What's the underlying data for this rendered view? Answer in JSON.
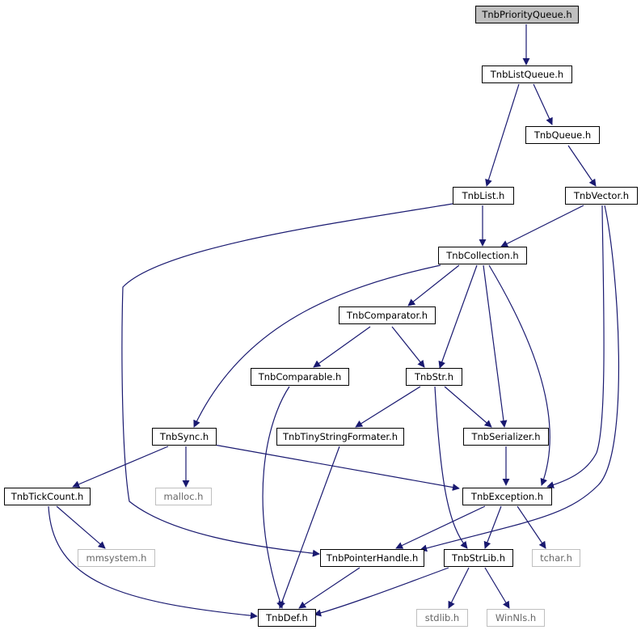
{
  "nodes": {
    "priority_queue": "TnbPriorityQueue.h",
    "list_queue": "TnbListQueue.h",
    "queue": "TnbQueue.h",
    "list": "TnbList.h",
    "vector": "TnbVector.h",
    "collection": "TnbCollection.h",
    "comparator": "TnbComparator.h",
    "comparable": "TnbComparable.h",
    "str": "TnbStr.h",
    "sync": "TnbSync.h",
    "tiny_string_formater": "TnbTinyStringFormater.h",
    "serializer": "TnbSerializer.h",
    "tick_count": "TnbTickCount.h",
    "malloc": "malloc.h",
    "exception": "TnbException.h",
    "mmsystem": "mmsystem.h",
    "pointer_handle": "TnbPointerHandle.h",
    "str_lib": "TnbStrLib.h",
    "tchar": "tchar.h",
    "def": "TnbDef.h",
    "stdlib": "stdlib.h",
    "winnls": "WinNls.h"
  },
  "colors": {
    "edge": "#191970",
    "root_fill": "#bfbfbf",
    "external_border": "#bfbfbf"
  }
}
